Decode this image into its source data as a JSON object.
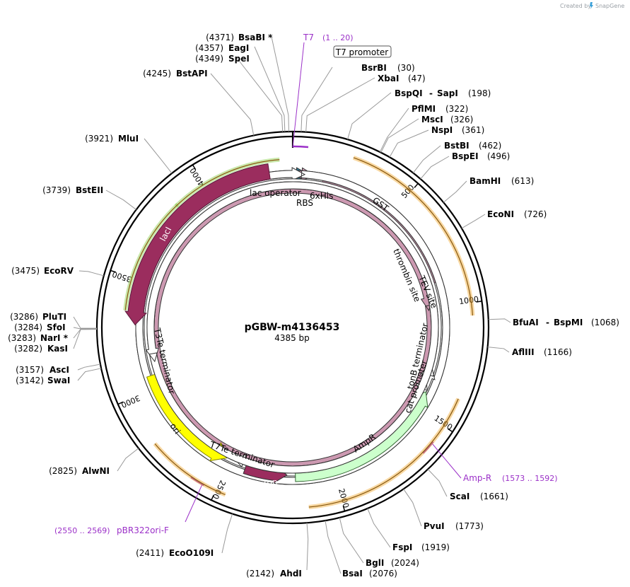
{
  "watermark": {
    "text": "Created by",
    "brand": "SnapGene"
  },
  "plasmid": {
    "name": "pGBW-m4136453",
    "size_label": "4385 bp",
    "length": 4385
  },
  "ticks": [
    {
      "pos": 500,
      "label": "500"
    },
    {
      "pos": 1000,
      "label": "1000"
    },
    {
      "pos": 1500,
      "label": "1500"
    },
    {
      "pos": 2000,
      "label": "2000"
    },
    {
      "pos": 2500,
      "label": "2500"
    },
    {
      "pos": 3000,
      "label": "3000"
    },
    {
      "pos": 3500,
      "label": "3500"
    },
    {
      "pos": 4000,
      "label": "4000"
    }
  ],
  "sites": [
    {
      "name": "BsaBI *",
      "pos": "(4371)"
    },
    {
      "name": "EagI",
      "pos": "(4357)"
    },
    {
      "name": "SpeI",
      "pos": "(4349)"
    },
    {
      "name": "BstAPI",
      "pos": "(4245)"
    },
    {
      "name": "BsrBI",
      "pos": "(30)"
    },
    {
      "name": "XbaI",
      "pos": "(47)"
    },
    {
      "name": "BspQI",
      "name2": "SapI",
      "pos": "(198)"
    },
    {
      "name": "PflMI",
      "pos": "(322)"
    },
    {
      "name": "MscI",
      "pos": "(326)"
    },
    {
      "name": "NspI",
      "pos": "(361)"
    },
    {
      "name": "BstBI",
      "pos": "(462)"
    },
    {
      "name": "BspEI",
      "pos": "(496)"
    },
    {
      "name": "BamHI",
      "pos": "(613)"
    },
    {
      "name": "EcoNI",
      "pos": "(726)"
    },
    {
      "name": "BfuAI",
      "name2": "BspMI",
      "pos": "(1068)"
    },
    {
      "name": "AflIII",
      "pos": "(1166)"
    },
    {
      "name": "ScaI",
      "pos": "(1661)"
    },
    {
      "name": "PvuI",
      "pos": "(1773)"
    },
    {
      "name": "FspI",
      "pos": "(1919)"
    },
    {
      "name": "BglI",
      "pos": "(2024)"
    },
    {
      "name": "BsaI",
      "pos": "(2076)"
    },
    {
      "name": "AhdI",
      "pos": "(2142)"
    },
    {
      "name": "EcoO109I",
      "pos": "(2411)"
    },
    {
      "name": "AlwNI",
      "pos": "(2825)"
    },
    {
      "name": "SwaI",
      "pos": "(3142)"
    },
    {
      "name": "AscI",
      "pos": "(3157)"
    },
    {
      "name": "KasI",
      "pos": "(3282)"
    },
    {
      "name": "NarI *",
      "pos": "(3283)"
    },
    {
      "name": "SfoI",
      "pos": "(3284)"
    },
    {
      "name": "PluTI",
      "pos": "(3286)"
    },
    {
      "name": "EcoRV",
      "pos": "(3475)"
    },
    {
      "name": "BstEII",
      "pos": "(3739)"
    },
    {
      "name": "MluI",
      "pos": "(3921)"
    }
  ],
  "primers": [
    {
      "name": "T7",
      "range": "(1 .. 20)"
    },
    {
      "name": "Amp-R",
      "range": "(1573 .. 1592)"
    },
    {
      "name": "pBR322ori-F",
      "range": "(2550 .. 2569)"
    }
  ],
  "features": {
    "t7_promoter": "T7 promoter",
    "lac_operator": "lac operator",
    "rbs": "RBS",
    "his": "6xHis",
    "gst": "GST",
    "thrombin": "thrombin site",
    "tev": "TEV site",
    "tonb": "tonB terminator",
    "cat": "cat promoter",
    "ampr": "AmpR",
    "rop": "rop",
    "t7te": "T7Te terminator",
    "ori": "ori",
    "t3te": "T3Te terminator",
    "laci": "lacI"
  },
  "colors": {
    "laci": "#9b2d5e",
    "gst": "#cc99b1",
    "ampr": "#ccffcc",
    "ori": "#ffff00",
    "rop": "#9b2d5e",
    "orf_orange": "#f0a830",
    "orf_green": "#88cc44",
    "primer": "#9b30c8"
  }
}
